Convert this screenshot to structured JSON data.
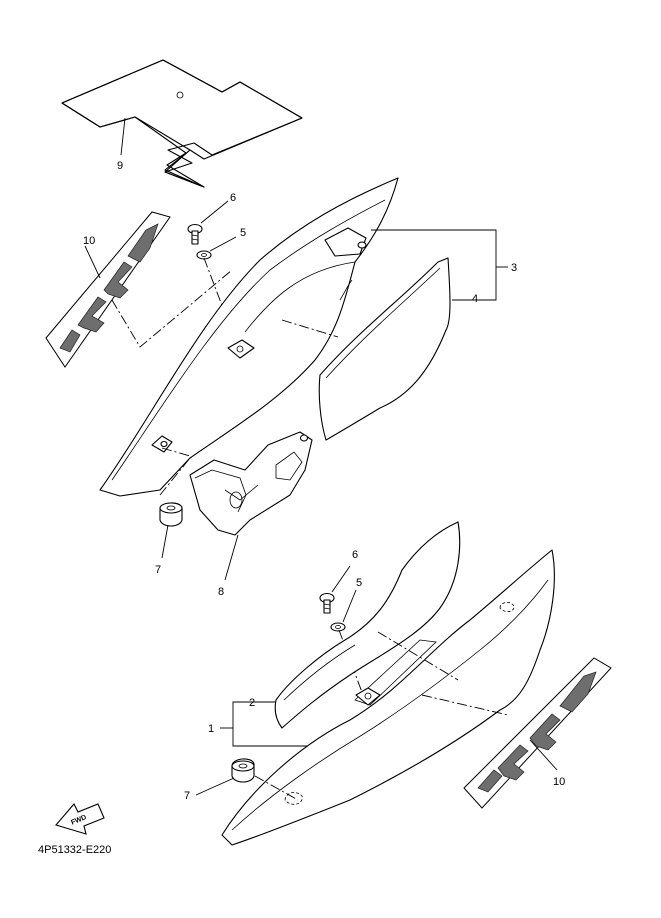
{
  "callouts": {
    "c1": "1",
    "c2": "2",
    "c3": "3",
    "c4": "4",
    "c5a": "5",
    "c5b": "5",
    "c6a": "6",
    "c6b": "6",
    "c7a": "7",
    "c7b": "7",
    "c8": "8",
    "c9": "9",
    "c10a": "10",
    "c10b": "10"
  },
  "fwd_label": "FWD",
  "diagram_code": "4P51332-E220",
  "colors": {
    "line": "#000000",
    "decal_fill": "#6e6e6e",
    "background": "#ffffff"
  }
}
